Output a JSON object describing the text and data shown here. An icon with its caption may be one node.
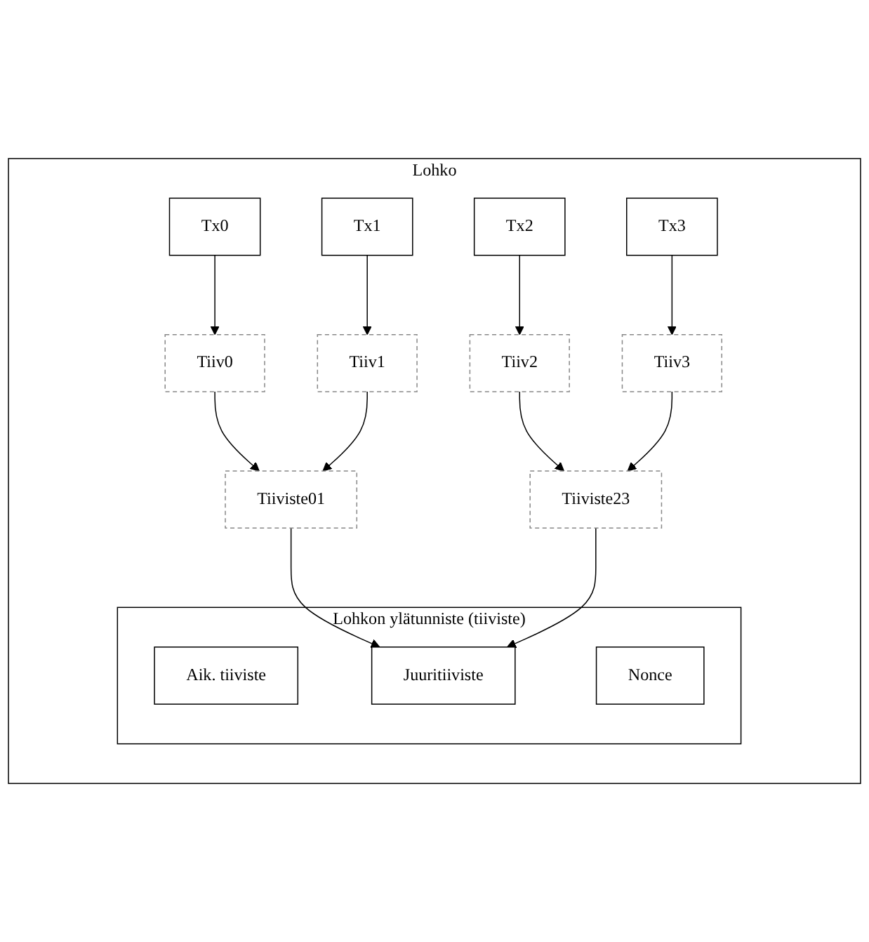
{
  "diagram": {
    "nodes": [
      {
        "text": [
          "Lohko"
        ]
      },
      {
        "text": [
          "Lohkon ylätunniste (tiiviste)"
        ],
        "in": 0
      },
      {
        "text": [
          "Aik. tiiviste"
        ],
        "in": 1
      },
      {
        "text": [
          "Nonce"
        ],
        "in": 1
      },
      {
        "text": [
          "Juuritiiviste"
        ],
        "in": 1
      },
      {
        "text": [
          "Tiiviste01"
        ],
        "in": 0
      },
      {
        "text": [
          "Tiiviste23"
        ],
        "in": 0
      },
      {
        "text": [
          "Tiiv0"
        ],
        "in": 0
      },
      {
        "text": [
          "Tiiv1"
        ],
        "in": 0
      },
      {
        "text": [
          "Tiiv2"
        ],
        "in": 0
      },
      {
        "text": [
          "Tiiv3"
        ],
        "in": 0
      },
      {
        "text": [
          "Tx0"
        ],
        "in": 0
      },
      {
        "text": [
          "Tx1"
        ],
        "in": 0
      },
      {
        "text": [
          "Tx2"
        ],
        "in": 0
      },
      {
        "text": [
          "Tx3"
        ],
        "in": 0
      }
    ],
    "edges": [
      {
        "from": 5,
        "to": 4,
        "arrow": "to"
      },
      {
        "from": 6,
        "to": 4,
        "arrow": "to"
      },
      {
        "from": 7,
        "to": 5,
        "arrow": "to"
      },
      {
        "from": 8,
        "to": 5,
        "arrow": "to"
      },
      {
        "from": 9,
        "to": 6,
        "arrow": "to"
      },
      {
        "from": 10,
        "to": 6,
        "arrow": "to"
      },
      {
        "from": 11,
        "to": 7,
        "arrow": "to"
      },
      {
        "from": 12,
        "to": 8,
        "arrow": "to"
      },
      {
        "from": 13,
        "to": 9,
        "arrow": "to"
      },
      {
        "from": 14,
        "to": 10,
        "arrow": "to"
      }
    ]
  }
}
